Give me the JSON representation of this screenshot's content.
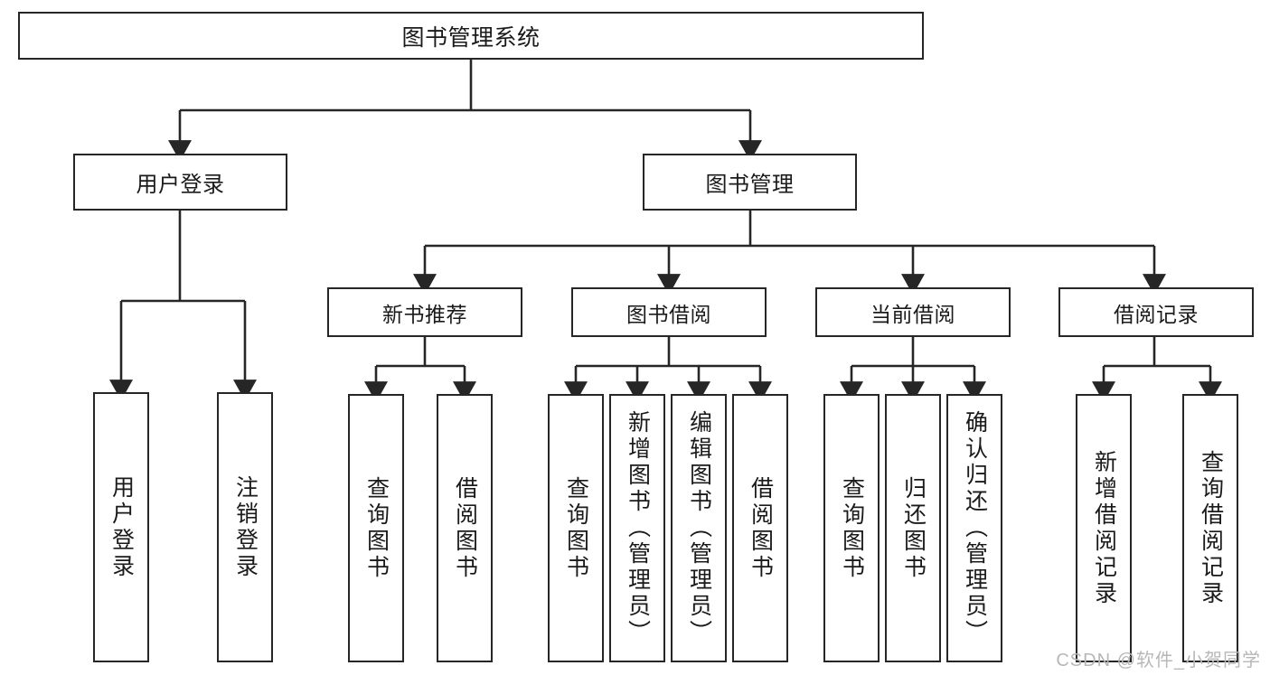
{
  "diagram": {
    "title": "图书管理系统",
    "type": "hierarchy-tree",
    "colors": {
      "box_border": "#262626",
      "box_fill": "#ffffff",
      "connector": "#262626",
      "text": "#1a1a1a",
      "watermark": "#b7b7b7"
    },
    "levels": {
      "root": {
        "label": "图书管理系统"
      },
      "level2": [
        {
          "label": "用户登录"
        },
        {
          "label": "图书管理"
        }
      ],
      "level3": [
        {
          "label": "新书推荐"
        },
        {
          "label": "图书借阅"
        },
        {
          "label": "当前借阅"
        },
        {
          "label": "借阅记录"
        }
      ],
      "leaves": {
        "user_login": [
          {
            "label": "用户登录"
          },
          {
            "label": "注销登录"
          }
        ],
        "new_book_recommend": [
          {
            "label": "查询图书"
          },
          {
            "label": "借阅图书"
          }
        ],
        "book_borrow": [
          {
            "label": "查询图书"
          },
          {
            "label": "新增图书（管理员）"
          },
          {
            "label": "编辑图书（管理员）"
          },
          {
            "label": "借阅图书"
          }
        ],
        "current_borrow": [
          {
            "label": "查询图书"
          },
          {
            "label": "归还图书"
          },
          {
            "label": "确认归还（管理员）"
          }
        ],
        "borrow_record": [
          {
            "label": "新增借阅记录"
          },
          {
            "label": "查询借阅记录"
          }
        ]
      }
    }
  },
  "watermark": {
    "text": "CSDN @软件_小贺同学"
  }
}
